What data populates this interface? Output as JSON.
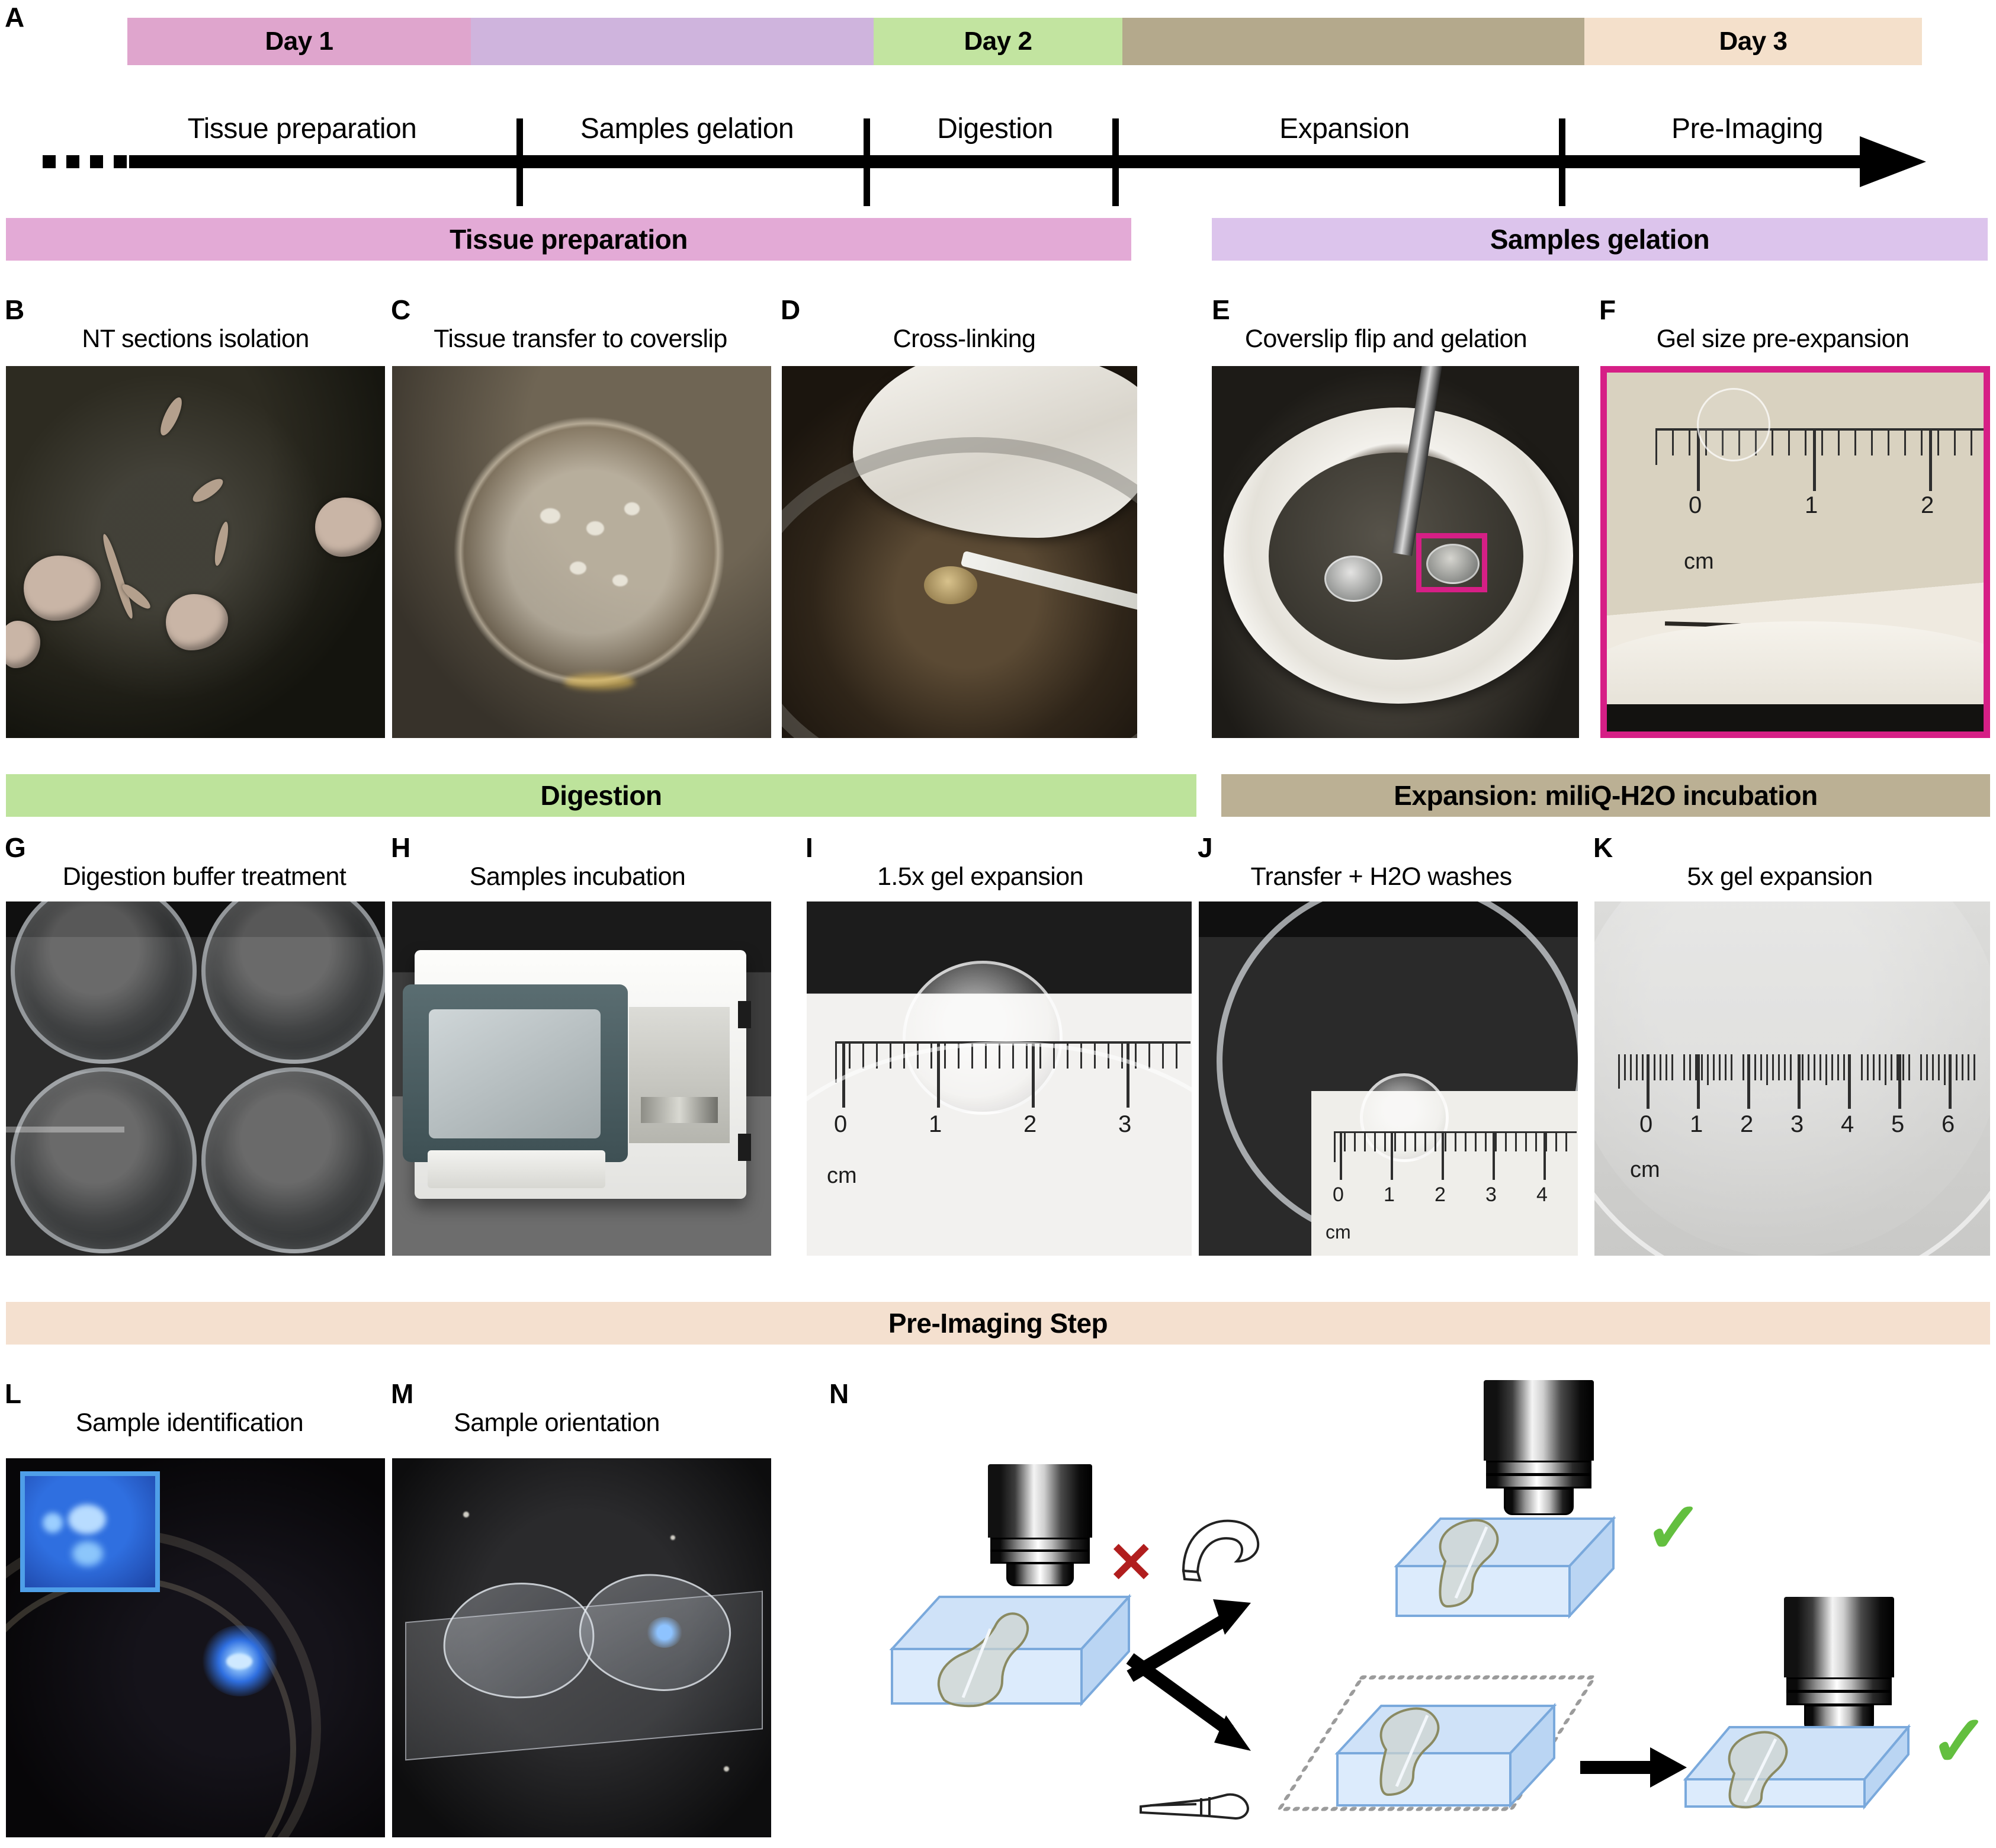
{
  "figure": {
    "panel_a_letter": "A",
    "timeline": {
      "days": [
        {
          "label": "Day 1",
          "color": "#dfa5cd"
        },
        {
          "label": "",
          "color": "#cfb4dd"
        },
        {
          "label": "Day 2",
          "color": "#c2e4a0"
        },
        {
          "label": "",
          "color": "#b4a98c"
        },
        {
          "label": "Day 3",
          "color": "#f4e0cb"
        }
      ],
      "phases": [
        "Tissue preparation",
        "Samples gelation",
        "Digestion",
        "Expansion",
        "Pre-Imaging"
      ]
    },
    "sections": [
      {
        "title": "Tissue preparation",
        "color": "#e3aad6"
      },
      {
        "title": "Samples gelation",
        "color": "#dcc4ec"
      },
      {
        "title": "Digestion",
        "color": "#bde39b"
      },
      {
        "title": "Expansion: miliQ-H2O incubation",
        "color": "#bbb094"
      },
      {
        "title": "Pre-Imaging Step",
        "color": "#f4e0cf"
      }
    ],
    "panels": [
      {
        "letter": "B",
        "caption": "NT sections isolation"
      },
      {
        "letter": "C",
        "caption": "Tissue transfer to coverslip"
      },
      {
        "letter": "D",
        "caption": "Cross-linking"
      },
      {
        "letter": "E",
        "caption": "Coverslip flip and gelation"
      },
      {
        "letter": "F",
        "caption": "Gel size pre-expansion"
      },
      {
        "letter": "G",
        "caption": "Digestion buffer treatment"
      },
      {
        "letter": "H",
        "caption": "Samples incubation"
      },
      {
        "letter": "I",
        "caption": "1.5x gel expansion"
      },
      {
        "letter": "J",
        "caption": "Transfer + H2O washes"
      },
      {
        "letter": "K",
        "caption": "5x gel expansion"
      },
      {
        "letter": "L",
        "caption": "Sample identification"
      },
      {
        "letter": "M",
        "caption": "Sample orientation"
      },
      {
        "letter": "N",
        "caption": ""
      }
    ],
    "rulers": {
      "panel_f": {
        "unit": "cm",
        "ticks": [
          "0",
          "1",
          "2"
        ]
      },
      "panel_i": {
        "unit": "cm",
        "ticks": [
          "0",
          "1",
          "2",
          "3"
        ]
      },
      "panel_j": {
        "unit": "cm",
        "ticks": [
          "0",
          "1",
          "2",
          "3",
          "4"
        ]
      },
      "panel_k": {
        "unit": "cm",
        "ticks": [
          "0",
          "1",
          "2",
          "3",
          "4",
          "5",
          "6"
        ]
      }
    },
    "schematic_n": {
      "reject_mark": "✕",
      "accept_mark": "✓",
      "reject_color": "#b11e1e",
      "accept_color": "#63bf3f"
    },
    "roi_colors": {
      "magenta": "#d61f86",
      "blue": "#4f9fe8"
    }
  }
}
